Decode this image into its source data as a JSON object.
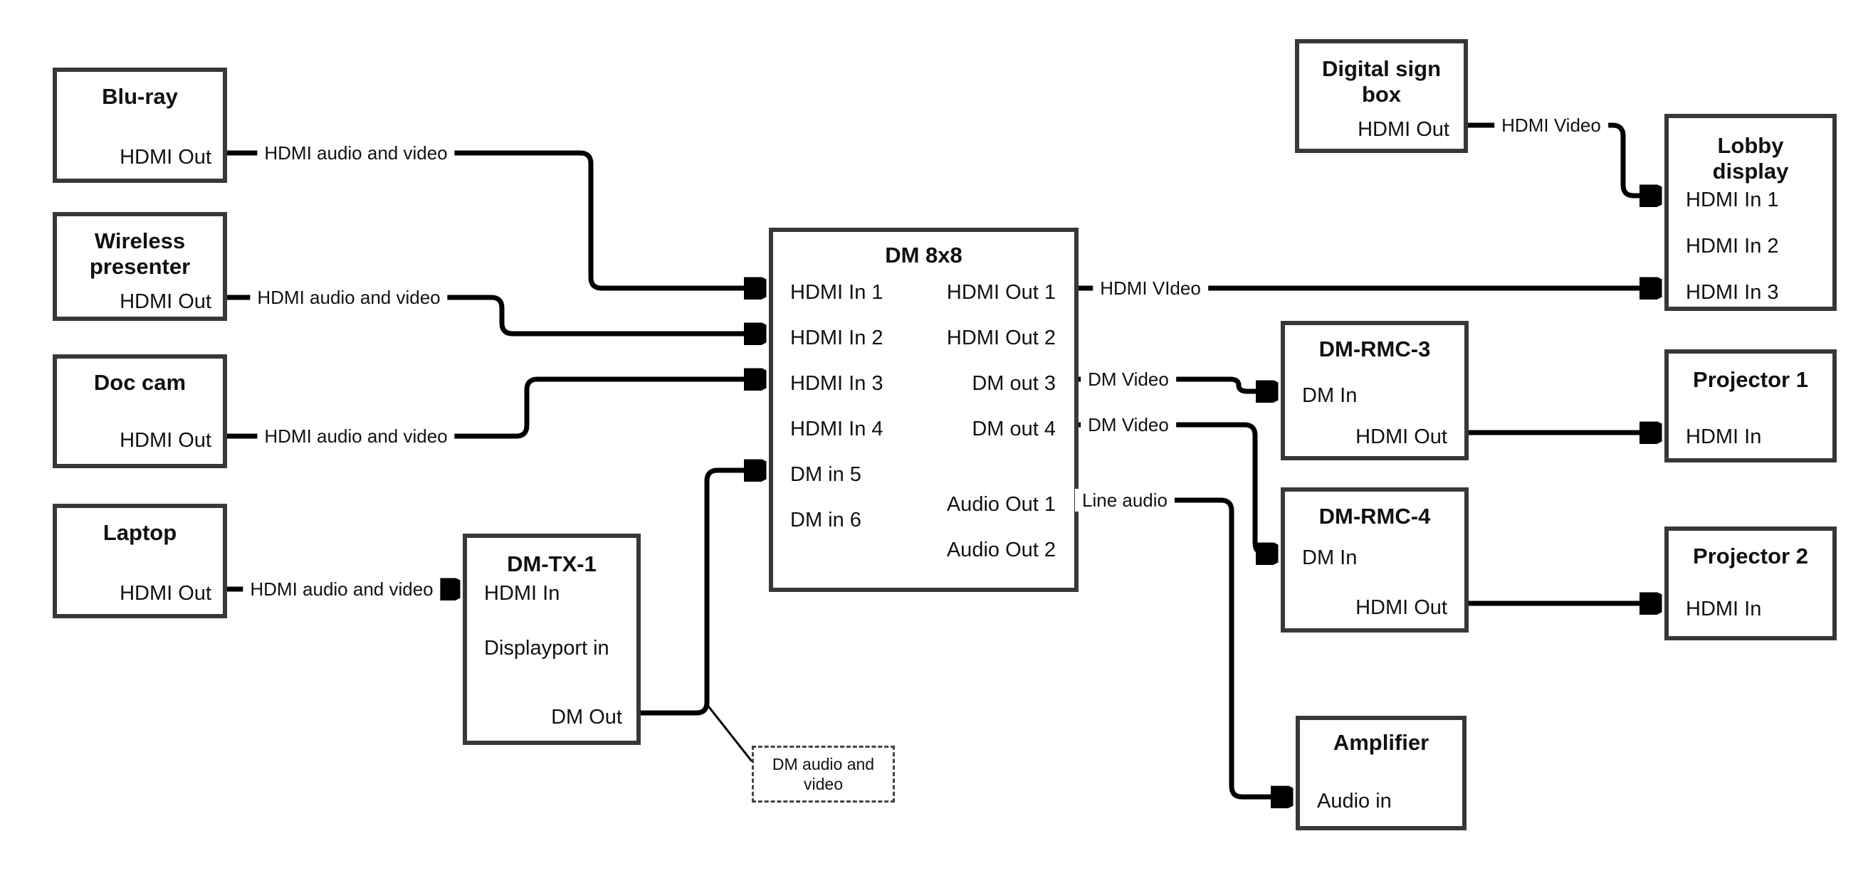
{
  "colors": {
    "background": "#ffffff",
    "box_border": "#383838",
    "connector": "#000000",
    "text": "#111111"
  },
  "boxes": {
    "bluray": {
      "title": "Blu-ray",
      "port": "HDMI Out"
    },
    "wireless": {
      "title_line1": "Wireless",
      "title_line2": "presenter",
      "port": "HDMI Out"
    },
    "doccam": {
      "title": "Doc cam",
      "port": "HDMI Out"
    },
    "laptop": {
      "title": "Laptop",
      "port": "HDMI Out"
    },
    "dmtx1": {
      "title": "DM-TX-1",
      "ports": [
        "HDMI In",
        "Displayport in",
        "DM Out"
      ]
    },
    "dm8x8": {
      "title": "DM 8x8",
      "left_ports": [
        "HDMI In 1",
        "HDMI In 2",
        "HDMI In 3",
        "HDMI In 4",
        "DM in 5",
        "DM in 6"
      ],
      "right_ports": [
        "HDMI Out 1",
        "HDMI Out 2",
        "DM out 3",
        "DM out 4",
        "Audio Out 1",
        "Audio Out 2"
      ]
    },
    "digital_sign": {
      "title_line1": "Digital sign",
      "title_line2": "box",
      "port": "HDMI Out"
    },
    "lobby": {
      "title_line1": "Lobby",
      "title_line2": "display",
      "ports": [
        "HDMI In 1",
        "HDMI In 2",
        "HDMI In 3"
      ]
    },
    "rmc3": {
      "title": "DM-RMC-3",
      "ports": [
        "DM In",
        "HDMI Out"
      ]
    },
    "rmc4": {
      "title": "DM-RMC-4",
      "ports": [
        "DM In",
        "HDMI Out"
      ]
    },
    "proj1": {
      "title": "Projector 1",
      "port": "HDMI In"
    },
    "proj2": {
      "title": "Projector 2",
      "port": "HDMI In"
    },
    "amplifier": {
      "title": "Amplifier",
      "port": "Audio in"
    }
  },
  "connector_labels": {
    "bluray_to_dm8x8": "HDMI audio and video",
    "wireless_to_dm8x8": "HDMI audio and video",
    "doccam_to_dm8x8": "HDMI audio and video",
    "laptop_to_dmtx1": "HDMI audio and video",
    "hdmi_out1_to_lobby": "HDMI VIdeo",
    "dm_out3_to_rmc3": "DM Video",
    "dm_out4_to_rmc4": "DM Video",
    "audio_out1_to_amplifier": "Line audio",
    "digital_sign_to_lobby": "HDMI Video"
  },
  "annotation": {
    "line1": "DM audio and",
    "line2": "video"
  }
}
